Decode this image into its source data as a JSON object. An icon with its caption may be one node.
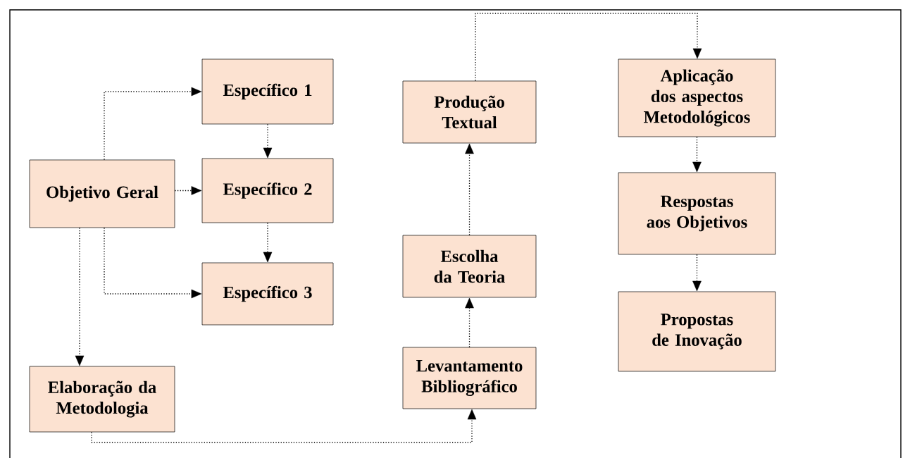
{
  "diagram": {
    "nodes": [
      {
        "text": [
          "Objetivo Geral"
        ]
      },
      {
        "text": [
          "Específico 1"
        ]
      },
      {
        "text": [
          "Específico 2"
        ]
      },
      {
        "text": [
          "Específico 3"
        ]
      },
      {
        "text": [
          "Elaboração da Metodologia"
        ]
      },
      {
        "text": [
          "Levantamento Bibliográfico"
        ]
      },
      {
        "text": [
          "Escolha da Teoria"
        ]
      },
      {
        "text": [
          "Produção Textual"
        ]
      },
      {
        "text": [
          "Aplicação dos aspectos Metodológicos"
        ]
      },
      {
        "text": [
          "Respostas aos Objetivos"
        ]
      },
      {
        "text": [
          "Propostas de Inovação"
        ]
      }
    ],
    "edges": [
      {
        "from": 0,
        "to": 1,
        "arrow": "to"
      },
      {
        "from": 0,
        "to": 2,
        "arrow": "to"
      },
      {
        "from": 0,
        "to": 3,
        "arrow": "to"
      },
      {
        "from": 0,
        "to": 4,
        "arrow": "to"
      },
      {
        "from": 1,
        "to": 2,
        "arrow": "to"
      },
      {
        "from": 2,
        "to": 3,
        "arrow": "to"
      },
      {
        "from": 4,
        "to": 5,
        "arrow": "to"
      },
      {
        "from": 5,
        "to": 6,
        "arrow": "to"
      },
      {
        "from": 6,
        "to": 7,
        "arrow": "to"
      },
      {
        "from": 7,
        "to": 8,
        "arrow": "to"
      },
      {
        "from": 8,
        "to": 9,
        "arrow": "to"
      },
      {
        "from": 9,
        "to": 10,
        "arrow": "to"
      }
    ]
  }
}
